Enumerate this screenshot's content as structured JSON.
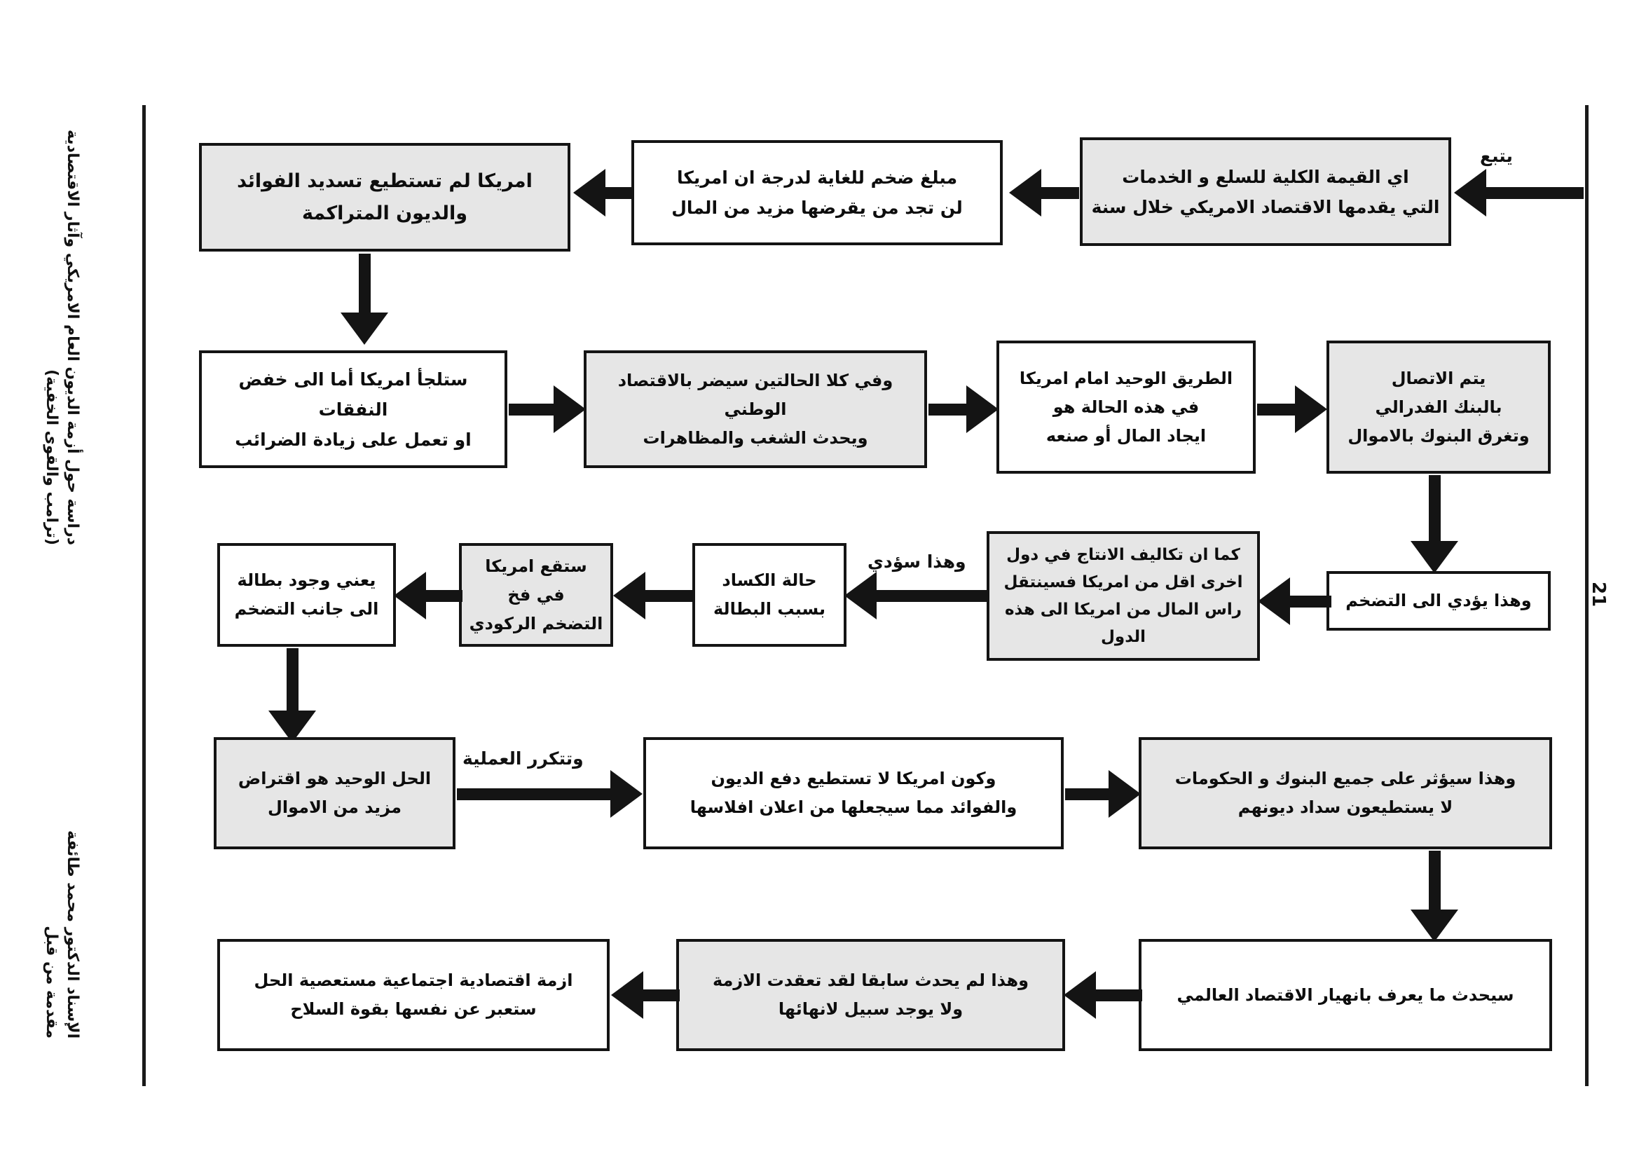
{
  "document": {
    "page_number": "21",
    "side_caption_top": [
      "دراسة حول أزمة الديون العام الامريكي وآثار الاقتصادية",
      "(ترامب والقوى الخفية)"
    ],
    "side_caption_bottom": [
      "الإسناد الدكتور محمد طائفة",
      "مقدمة من قبل"
    ]
  },
  "flowchart": {
    "type": "process-flow",
    "direction": "rtl",
    "nodes": [
      {
        "id": "n1",
        "shaded": true,
        "lines": [
          "اي القيمة الكلية للسلع و الخدمات",
          "التي يقدمها الاقتصاد الامريكي خلال سنة"
        ]
      },
      {
        "id": "n2",
        "shaded": false,
        "lines": [
          "مبلغ ضخم للغاية لدرجة ان امريكا",
          "لن تجد من يقرضها مزيد من المال"
        ]
      },
      {
        "id": "n3",
        "shaded": true,
        "lines": [
          "امريكا لم تستطيع تسديد الفوائد",
          "والديون المتراكمة"
        ]
      },
      {
        "id": "n4",
        "shaded": false,
        "lines": [
          "ستلجأ امريكا أما الى خفض النفقات",
          "او تعمل على زيادة الضرائب"
        ]
      },
      {
        "id": "n5",
        "shaded": true,
        "lines": [
          "وفي كلا الحالتين سيضر بالاقتصاد الوطني",
          "ويحدث الشغب والمظاهرات"
        ]
      },
      {
        "id": "n6",
        "shaded": false,
        "lines": [
          "الطريق الوحيد امام امريكا",
          "في هذه الحالة هو",
          "ايجاد المال أو صنعه"
        ]
      },
      {
        "id": "n7",
        "shaded": true,
        "lines": [
          "يتم الاتصال",
          "بالبنك الفدرالي",
          "وتغرق البنوك بالاموال"
        ]
      },
      {
        "id": "n8",
        "shaded": false,
        "lines": [
          "وهذا يؤدي الى التضخم"
        ]
      },
      {
        "id": "n9",
        "shaded": true,
        "lines": [
          "كما ان تكاليف الانتاج في دول",
          "اخرى اقل من امريكا فسينتقل",
          "راس المال من امريكا الى هذه الدول"
        ]
      },
      {
        "id": "n10",
        "shaded": false,
        "lines": [
          "حالة الكساد",
          "بسبب البطالة"
        ]
      },
      {
        "id": "n11",
        "shaded": true,
        "lines": [
          "ستقع امريكا في فخ",
          "التضخم الركودي"
        ]
      },
      {
        "id": "n12",
        "shaded": false,
        "lines": [
          "يعني وجود بطالة",
          "الى جانب التضخم"
        ]
      },
      {
        "id": "n13",
        "shaded": true,
        "lines": [
          "الحل الوحيد هو اقتراض",
          "مزيد من الاموال"
        ]
      },
      {
        "id": "n14",
        "shaded": false,
        "lines": [
          "وكون امريكا لا تستطيع دفع الديون",
          "والفوائد مما سيجعلها من اعلان افلاسها"
        ]
      },
      {
        "id": "n15",
        "shaded": true,
        "lines": [
          "وهذا سيؤثر على جميع البنوك و الحكومات",
          "لا يستطيعون سداد ديونهم"
        ]
      },
      {
        "id": "n16",
        "shaded": false,
        "lines": [
          "سيحدث ما يعرف بانهيار الاقتصاد العالمي"
        ]
      },
      {
        "id": "n17",
        "shaded": true,
        "lines": [
          "وهذا لم يحدث سابقا لقد تعقدت الازمة",
          "ولا يوجد سبيل لانهائها"
        ]
      },
      {
        "id": "n18",
        "shaded": false,
        "lines": [
          "ازمة اقتصادية اجتماعية مستعصية الحل",
          "ستعبر عن نفسها بقوة السلاح"
        ]
      }
    ],
    "arrow_labels": {
      "entry": "يتبع",
      "recession": "وهذا سؤدي",
      "repeat": "وتتكرر العملية"
    },
    "colors": {
      "shaded_fill": "#e6e6e6",
      "plain_fill": "#ffffff",
      "stroke": "#141414"
    }
  }
}
